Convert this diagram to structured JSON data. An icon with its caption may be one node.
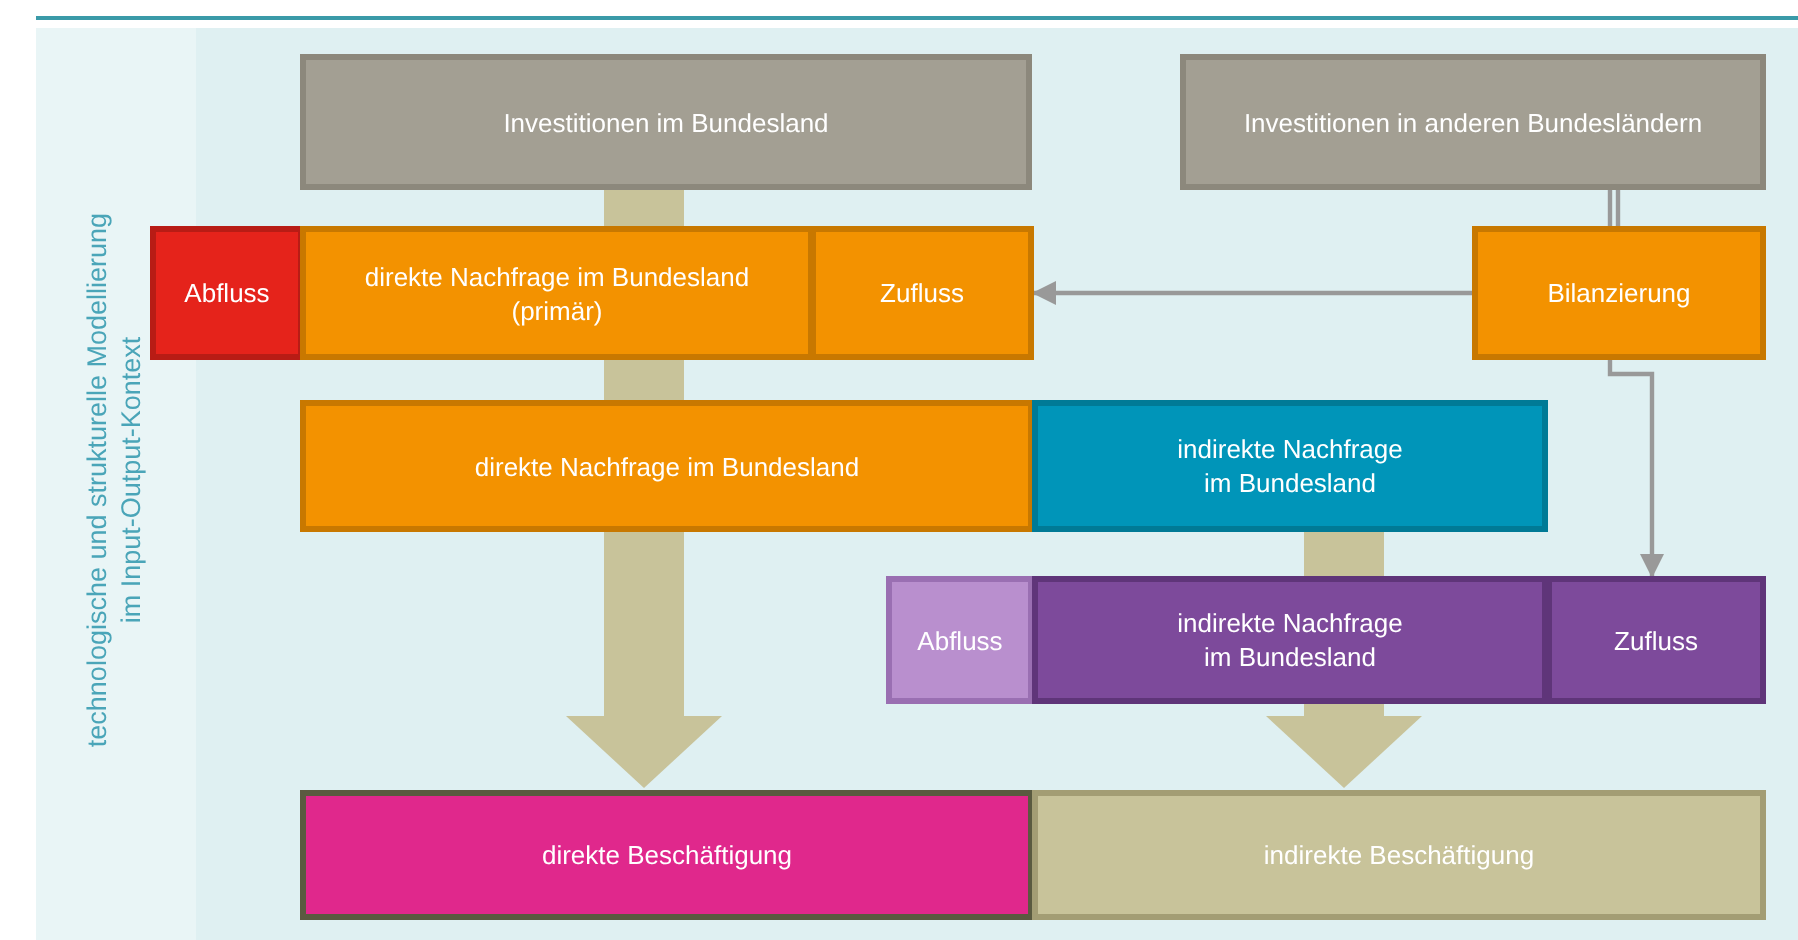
{
  "diagram": {
    "nodes": [
      {
        "text": [
          "Investitionen im Bundesland"
        ]
      },
      {
        "text": [
          "Investitionen in anderen Bundesländern"
        ]
      },
      {
        "text": [
          "Abfluss"
        ]
      },
      {
        "text": [
          "direkte Nachfrage im Bundesland (primär)"
        ]
      },
      {
        "text": [
          "Zufluss"
        ]
      },
      {
        "text": [
          "Bilanzierung"
        ]
      },
      {
        "text": [
          "direkte Nachfrage im Bundesland"
        ]
      },
      {
        "text": [
          "indirekte Nachfrage im Bundesland"
        ]
      },
      {
        "text": [
          "Abfluss"
        ]
      },
      {
        "text": [
          "indirekte Nachfrage im Bundesland"
        ]
      },
      {
        "text": [
          "Zufluss"
        ]
      },
      {
        "text": [
          "direkte Beschäftigung"
        ]
      },
      {
        "text": [
          "indirekte Beschäftigung"
        ]
      }
    ],
    "edges": [
      {
        "from": 0,
        "to": 3,
        "arrow": "none"
      },
      {
        "from": 3,
        "to": 6,
        "arrow": "none"
      },
      {
        "from": 6,
        "to": 11,
        "arrow": "to"
      },
      {
        "from": 7,
        "to": 9,
        "arrow": "none"
      },
      {
        "from": 9,
        "to": 12,
        "arrow": "to"
      },
      {
        "from": 1,
        "to": 5,
        "arrow": "none",
        "color": "#999999"
      },
      {
        "from": 5,
        "to": 4,
        "arrow": "to",
        "color": "#999999"
      },
      {
        "from": 5,
        "to": 10,
        "arrow": "to",
        "color": "#999999"
      }
    ],
    "labels": [
      "technologische und strukturelle Modellierung im Input-Output-Kontext"
    ]
  }
}
